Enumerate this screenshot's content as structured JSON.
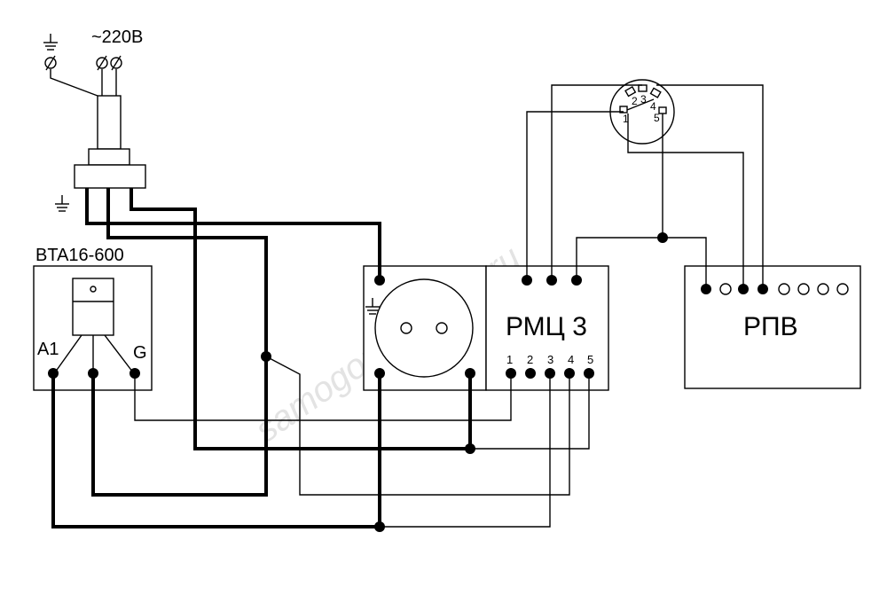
{
  "watermark": "samogon-i-vodka.ru",
  "labels": {
    "mains": "~220B",
    "triac": "BTA16-600",
    "a1": "A1",
    "g": "G",
    "rmc": "РМЦ 3",
    "rpv": "РПВ"
  },
  "rmc_terminals": [
    "1",
    "2",
    "3",
    "4",
    "5"
  ],
  "switch_pins": [
    "1",
    "2",
    "3",
    "4",
    "5"
  ]
}
